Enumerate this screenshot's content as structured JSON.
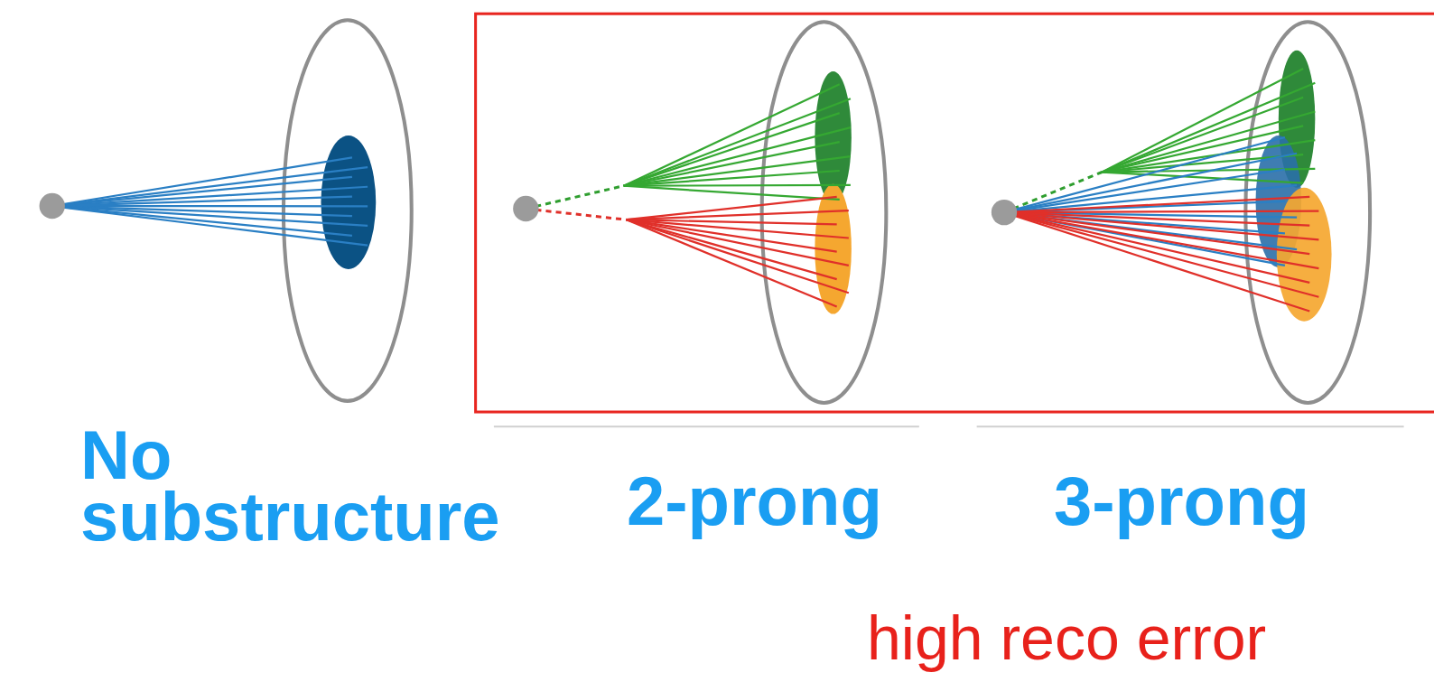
{
  "diagram": {
    "labels": [
      "No substructure",
      "2-prong",
      "3-prong",
      "high reco error"
    ]
  }
}
